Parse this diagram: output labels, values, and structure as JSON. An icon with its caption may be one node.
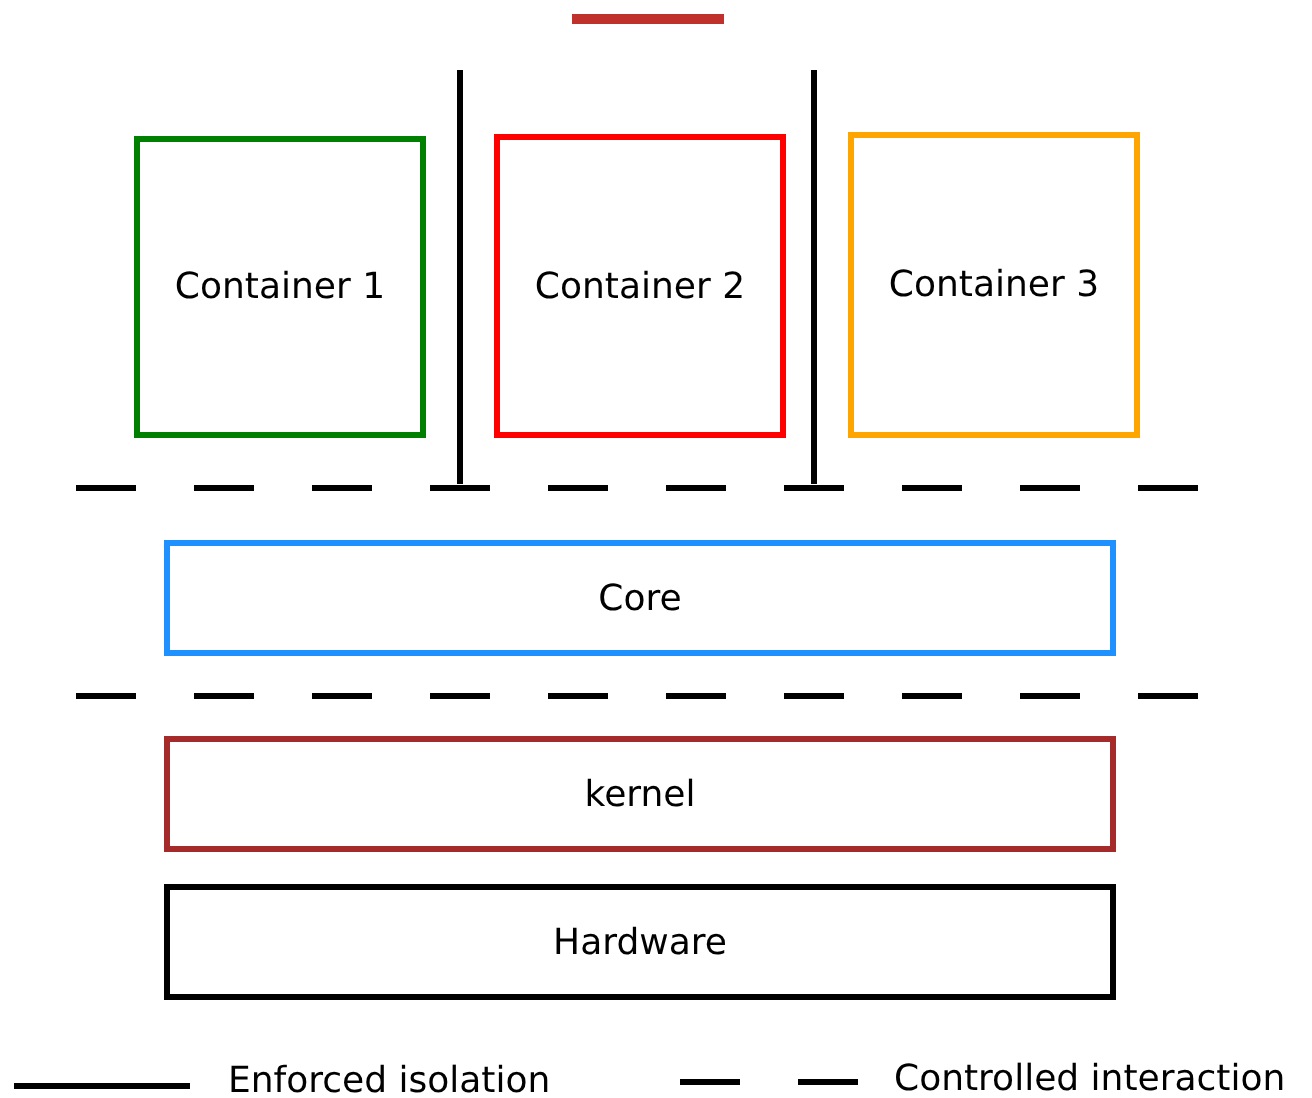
{
  "diagram": {
    "nodes": [
      {
        "text": [
          "Container 1"
        ]
      },
      {
        "text": [
          "Container 2"
        ]
      },
      {
        "text": [
          "Container 3"
        ]
      },
      {
        "text": [
          "Core"
        ]
      },
      {
        "text": [
          "kernel"
        ]
      },
      {
        "text": [
          "Hardware"
        ]
      }
    ],
    "legend": [
      {
        "text": "Enforced isolation"
      },
      {
        "text": "Controlled interaction"
      }
    ]
  }
}
